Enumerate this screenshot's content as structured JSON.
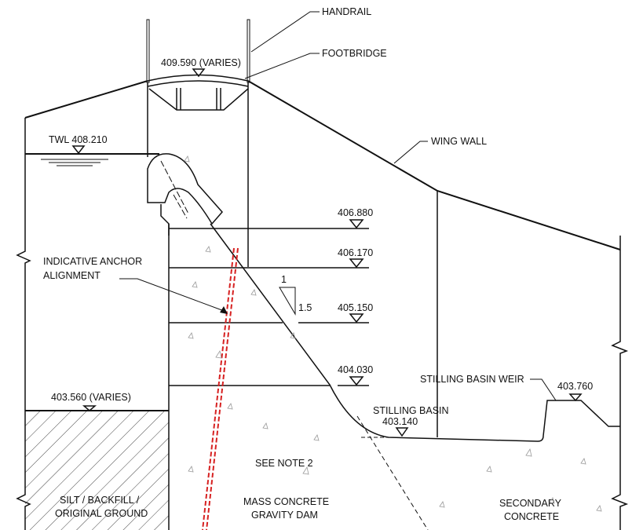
{
  "labels": {
    "handrail": "HANDRAIL",
    "footbridge": "FOOTBRIDGE",
    "crest_level": "409.590 (VARIES)",
    "wing_wall": "WING WALL",
    "twl": "TWL 408.210",
    "level_1": "406.880",
    "level_2": "406.170",
    "level_3": "405.150",
    "level_4": "404.030",
    "anchor_line1": "INDICATIVE ANCHOR",
    "anchor_line2": "ALIGNMENT",
    "slope_rise": "1",
    "slope_run": "1.5",
    "ground_level": "403.560 (VARIES)",
    "stilling_basin_weir": "STILLING BASIN WEIR",
    "weir_level": "403.760",
    "stilling_basin": "STILLING BASIN",
    "basin_level": "403.140",
    "see_note": "SEE NOTE 2",
    "silt_line1": "SILT / BACKFILL /",
    "silt_line2": "ORIGINAL GROUND",
    "dam_line1": "MASS CONCRETE",
    "dam_line2": "GRAVITY DAM",
    "secondary_line1": "SECONDARY",
    "secondary_line2": "CONCRETE"
  },
  "colors": {
    "anchor": "#d62020",
    "line": "#111111"
  }
}
